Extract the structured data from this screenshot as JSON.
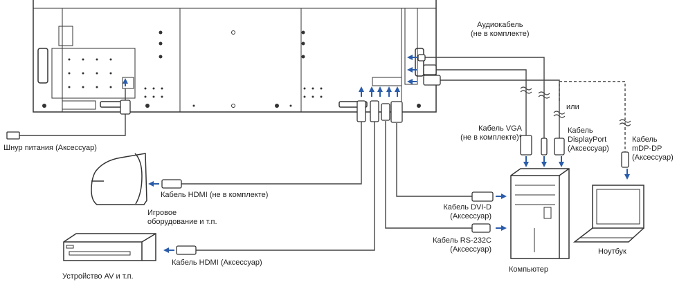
{
  "labels": {
    "audio_cable": [
      "Аудиокабель",
      "(не в комплекте)"
    ],
    "or": "или",
    "vga_cable": [
      "Кабель VGA",
      "(не в комплекте)*"
    ],
    "displayport_cable": [
      "Кабель",
      "DisplayPort",
      "(Аксессуар)"
    ],
    "mdp_dp_cable": [
      "Кабель",
      "mDP-DP",
      "(Аксессуар)"
    ],
    "power_cord": "Шнур питания (Аксессуар)",
    "hdmi_cable_not_included": "Кабель HDMI (не в комплекте)",
    "game_equipment": [
      "Игровое",
      "оборудование и т.п."
    ],
    "dvi_cable": [
      "Кабель DVI-D",
      "(Аксессуар)"
    ],
    "rs232c_cable": [
      "Кабель RS-232C",
      "(Аксессуар)"
    ],
    "hdmi_cable_accessory": "Кабель HDMI (Аксессуар)",
    "av_device": "Устройство AV и т.п.",
    "computer": "Компьютер",
    "notebook": "Ноутбук"
  },
  "colors": {
    "line": "#333333",
    "cable": "#444444",
    "arrow": "#2a5caa"
  }
}
